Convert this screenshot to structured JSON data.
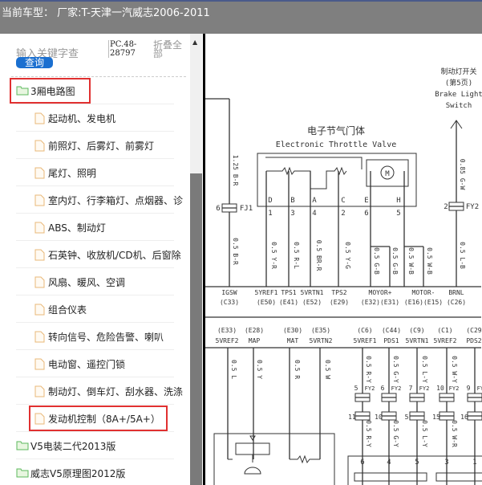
{
  "title": "当前车型： 厂家:T-天津一汽威志2006-2011",
  "search": {
    "placeholder": "输入关键字查",
    "button": "查询",
    "pc": "PC.48-28797",
    "collapse": "折叠全部"
  },
  "tree": {
    "root": "3厢电路图",
    "items": [
      "起动机、发电机",
      "前照灯、后雾灯、前雾灯",
      "尾灯、照明",
      "室内灯、行李箱灯、点烟器、诊",
      "ABS、制动灯",
      "石英钟、收放机/CD机、后窗除",
      "风扇、暖风、空调",
      "组合仪表",
      "转向信号、危险告警、喇叭",
      "电动窗、遥控门锁",
      "制动灯、倒车灯、刮水器、洗涤",
      "发动机控制（8A+/5A+）"
    ],
    "folders": [
      "V5电装二代2013版",
      "威志V5原理图2012版"
    ]
  },
  "diagram": {
    "title_cn": "电子节气门体",
    "title_en": "Electronic Throttle Valve",
    "brake": [
      "制动灯开关",
      "(第5页)",
      "Brake Light",
      "Switch"
    ],
    "pins_letter": [
      "D",
      "B",
      "A",
      "C",
      "E",
      "H"
    ],
    "pins_num": [
      "1",
      "3",
      "4",
      "2",
      "6",
      "5"
    ],
    "wires_top": [
      "1.25 B-R",
      "0.5 B-R",
      "0.5 Y-R",
      "0.5 R-L",
      "0.5 BR-R",
      "0.5 Y-G",
      "0.5 G-B",
      "0.5 G-B",
      "0.5 W-B",
      "0.5 W-B",
      "0.85 G-W",
      "0.5 L-B"
    ],
    "fuses_top": [
      "6",
      "FJ1",
      "2",
      "FY2"
    ],
    "bus1": [
      [
        "IGSW",
        "(C33)"
      ],
      [
        "5YREF1",
        "(E50)"
      ],
      [
        "TPS1",
        "(E41)"
      ],
      [
        "5VRTN1",
        "(E52)"
      ],
      [
        "TPS2",
        "(E29)"
      ],
      [
        "MOYOR+",
        "(E32)(E31)"
      ],
      [
        "MOTOR-",
        "(E16)(E15)"
      ],
      [
        "BRNL",
        "(C26)"
      ]
    ],
    "bus2": [
      [
        "(E33)",
        "5VREF2"
      ],
      [
        "(E28)",
        "MAP"
      ],
      [
        "(E30)",
        "MAT"
      ],
      [
        "(E35)",
        "5VRTN2"
      ],
      [
        "(C6)",
        "5VREF1"
      ],
      [
        "(C44)",
        "PDS1"
      ],
      [
        "(C9)",
        "5VRTN1"
      ],
      [
        "(C1)",
        "5VREF2"
      ],
      [
        "(C29",
        "PDS2"
      ]
    ],
    "wires_bot": [
      "0.5 L",
      "0.5 Y",
      "0.5 R",
      "0.5 W",
      "0.5 R-Y",
      "0.5 G-Y",
      "0.5 L-Y",
      "0.5 W-Y",
      "0.5 R-Y",
      "0.5 G-Y",
      "0.5 L-Y",
      "0.5 W-R"
    ],
    "fy_top": [
      "5",
      "6",
      "7",
      "10",
      "9"
    ],
    "fy_bot": [
      "11",
      "10",
      "5",
      "15",
      "16"
    ],
    "fy_label": "FY2",
    "conn": [
      "6",
      "4",
      "5",
      "3",
      "1"
    ]
  }
}
